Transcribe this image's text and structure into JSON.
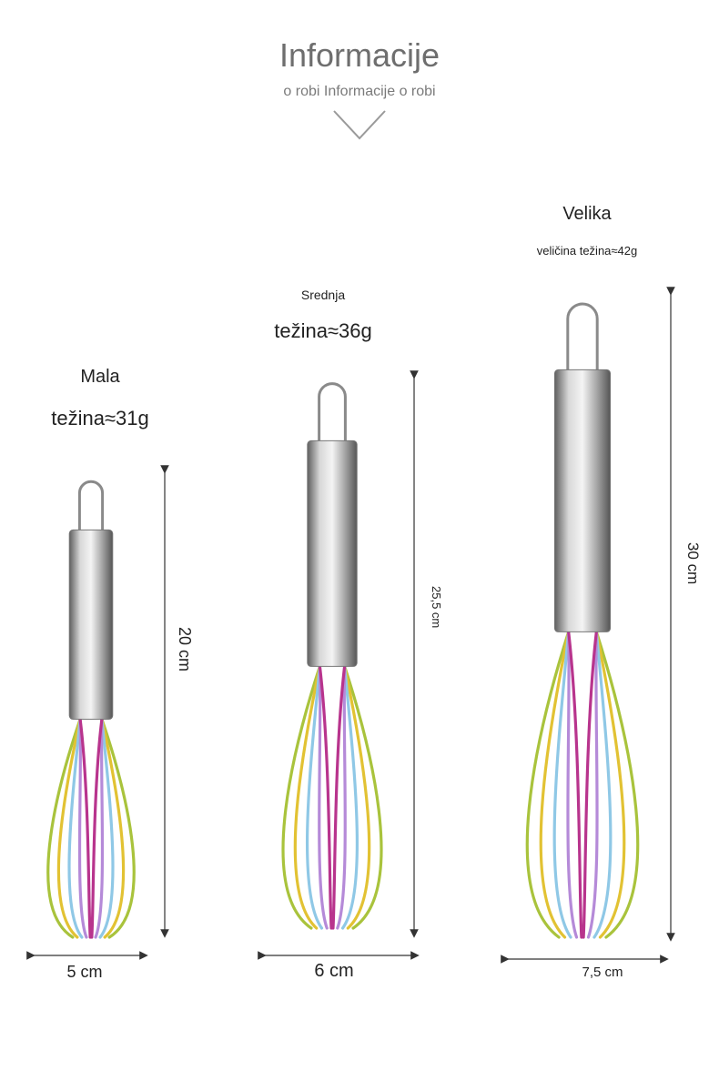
{
  "header": {
    "title": "Informacije",
    "subtitle": "o robi Informacije o robi"
  },
  "products": [
    {
      "name": "Mala",
      "weight": "težina≈31g",
      "length": "20 cm",
      "width": "5 cm"
    },
    {
      "name": "Srednja",
      "weight": "težina≈36g",
      "length": "25,5 cm",
      "width": "6 cm"
    },
    {
      "name": "Velika",
      "weight": "veličina težina≈42g",
      "length": "30 cm",
      "width": "7,5 cm"
    }
  ],
  "icons": [
    "chevron-down-icon",
    "whisk-icon",
    "dimension-arrow-icon"
  ],
  "colors": {
    "wire_colors": [
      "#a9c33c",
      "#e2c233",
      "#8fc8e6",
      "#b58ad8",
      "#b8348d"
    ],
    "steel": "#9a9a9a"
  }
}
